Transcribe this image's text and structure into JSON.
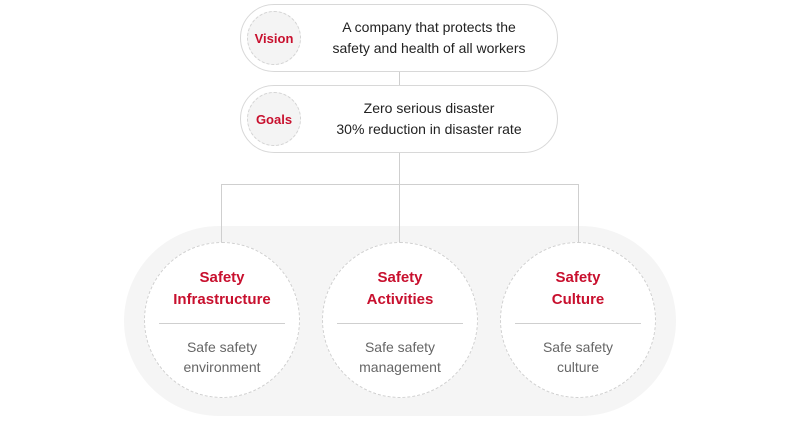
{
  "vision": {
    "label": "Vision",
    "lines": [
      "A company that protects the",
      "safety and health of all workers"
    ]
  },
  "goals": {
    "label": "Goals",
    "lines": [
      "Zero serious disaster",
      "30% reduction in disaster rate"
    ]
  },
  "strategies": [
    {
      "title_lines": [
        "Safety",
        "Infrastructure"
      ],
      "desc_lines": [
        "Safe safety",
        "environment"
      ]
    },
    {
      "title_lines": [
        "Safety",
        "Activities"
      ],
      "desc_lines": [
        "Safe safety",
        "management"
      ]
    },
    {
      "title_lines": [
        "Safety",
        "Culture"
      ],
      "desc_lines": [
        "Safe safety",
        "culture"
      ]
    }
  ],
  "colors": {
    "accent": "#c8102e",
    "text": "#222222",
    "muted_text": "#666666",
    "panel_background": "#f5f5f5",
    "border": "#d8d8d8"
  }
}
